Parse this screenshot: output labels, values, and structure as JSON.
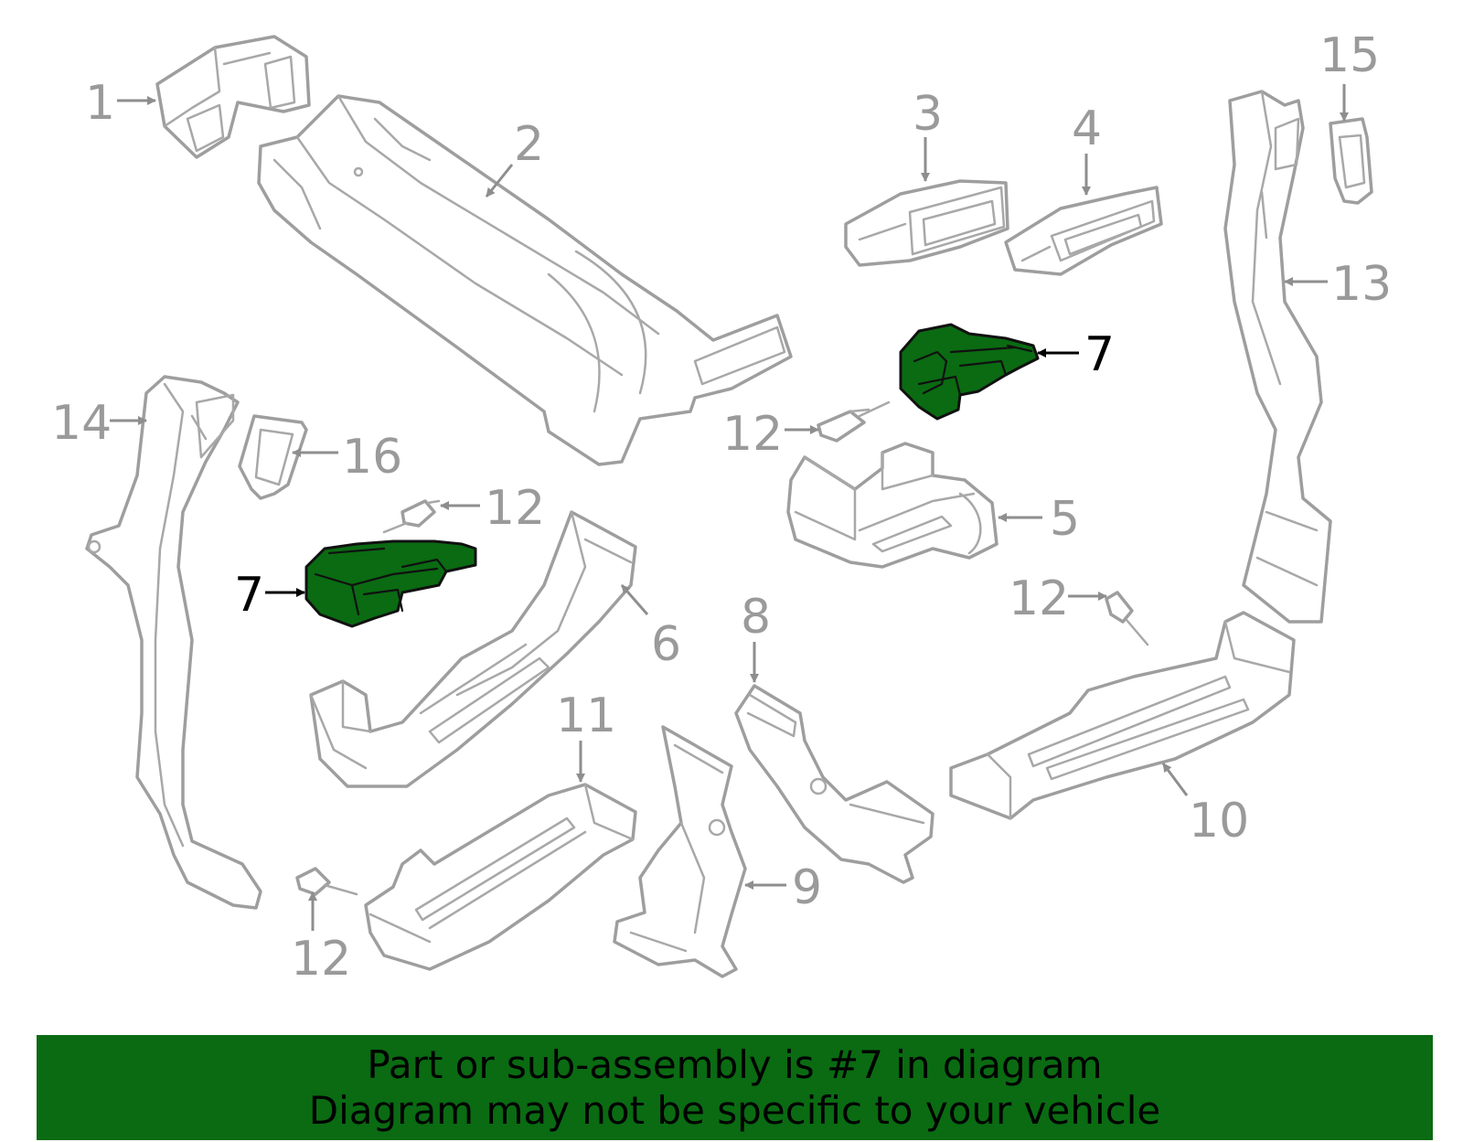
{
  "callouts": {
    "c1": "1",
    "c2": "2",
    "c3": "3",
    "c4": "4",
    "c5": "5",
    "c6": "6",
    "c7a": "7",
    "c7b": "7",
    "c8": "8",
    "c9": "9",
    "c10": "10",
    "c11": "11",
    "c12a": "12",
    "c12b": "12",
    "c12c": "12",
    "c12d": "12",
    "c13": "13",
    "c14": "14",
    "c15": "15",
    "c16": "16"
  },
  "banner": {
    "line1": "Part or sub-assembly is #7 in diagram",
    "line2": "Diagram may not be specific to your vehicle"
  },
  "colors": {
    "highlight": "#0a6b12",
    "part_outline": "#9e9e9e",
    "callout_text": "#9a9a9a"
  }
}
